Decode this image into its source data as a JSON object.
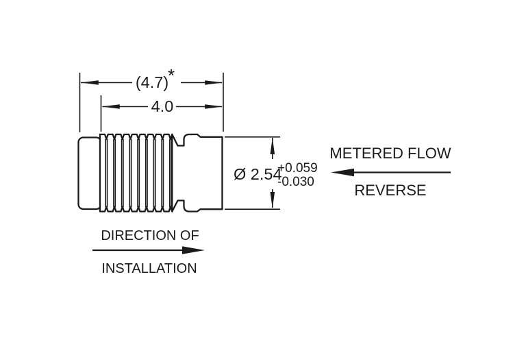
{
  "meta": {
    "background_color": "#ffffff",
    "ink_color": "#1b1b1b",
    "drawing_type": "technical-drawing-flow-restrictor"
  },
  "dimensions": {
    "overall_length_label": "(4.7)",
    "overall_length_note": "*",
    "thread_length_label": "4.0",
    "diameter_label": "Ø 2.54",
    "diameter_tol_plus": "+0.059",
    "diameter_tol_minus": "-0.030"
  },
  "flow": {
    "metered_flow_label": "METERED FLOW",
    "reverse_label": "REVERSE"
  },
  "installation": {
    "line1": "DIRECTION OF",
    "line2": "INSTALLATION"
  }
}
